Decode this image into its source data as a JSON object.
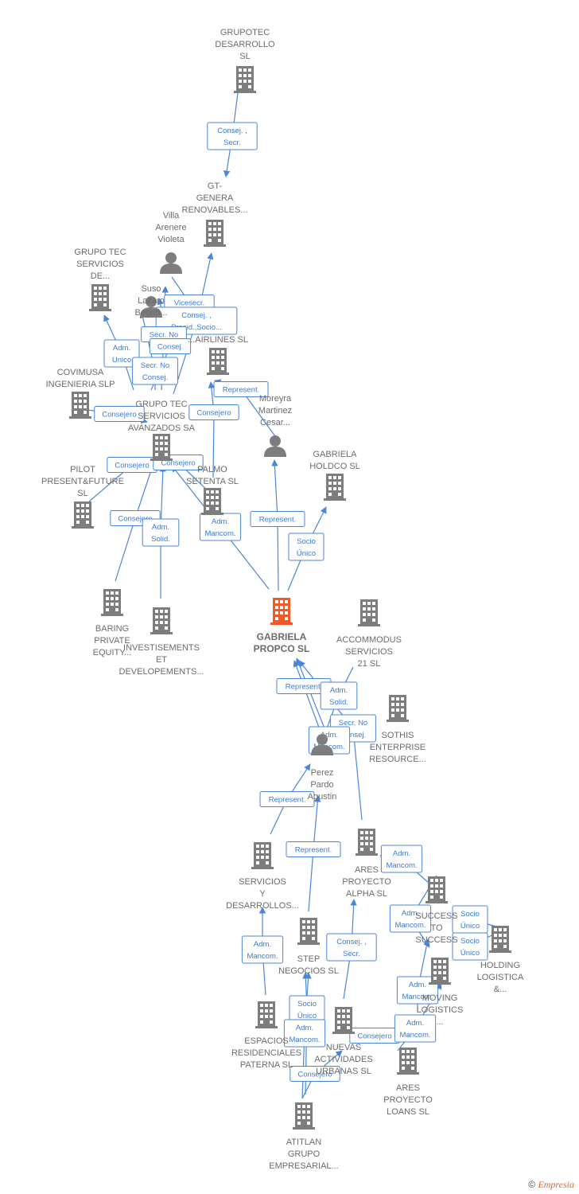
{
  "colors": {
    "edge": "#4a86d8",
    "node": "#7d7d7d",
    "main_node": "#f05a28",
    "label": "#6b6b6b"
  },
  "nodes": [
    {
      "id": "grupotec",
      "type": "company",
      "lines": [
        "GRUPOTEC",
        "DESARROLLO",
        "SL"
      ]
    },
    {
      "id": "gt_genera",
      "type": "company",
      "lines": [
        "GT-",
        "GENERA",
        "RENOVABLES..."
      ]
    },
    {
      "id": "villa",
      "type": "person",
      "lines": [
        "Villa",
        "Arenere",
        "Violeta"
      ]
    },
    {
      "id": "grupo_tec_servicios_de",
      "type": "company",
      "lines": [
        "GRUPO TEC",
        "SERVICIOS",
        "DE..."
      ]
    },
    {
      "id": "suso",
      "type": "person",
      "lines": [
        "Suso",
        "Lazaro",
        "Begoñ..."
      ]
    },
    {
      "id": "airlines",
      "type": "company",
      "lines": [
        "...AIRLINES SL"
      ]
    },
    {
      "id": "covimusa",
      "type": "company",
      "lines": [
        "COVIMUSA",
        "INGENIERIA SLP"
      ]
    },
    {
      "id": "grupo_tec_servicios_avanzados",
      "type": "company",
      "lines": [
        "GRUPO TEC",
        "SERVICIOS",
        "AVANZADOS SA"
      ]
    },
    {
      "id": "moreyra",
      "type": "person",
      "lines": [
        "Moreyra",
        "Martinez",
        "Cesar..."
      ]
    },
    {
      "id": "gabriela_holdco",
      "type": "company",
      "lines": [
        "GABRIELA",
        "HOLDCO SL"
      ]
    },
    {
      "id": "pilot",
      "type": "company",
      "lines": [
        "PILOT",
        "PRESENT&FUTURE",
        "SL"
      ]
    },
    {
      "id": "palmo",
      "type": "company",
      "lines": [
        "PALMO",
        "SETENTA SL"
      ]
    },
    {
      "id": "baring",
      "type": "company",
      "lines": [
        "BARING",
        "PRIVATE",
        "EQUITY..."
      ]
    },
    {
      "id": "investisements",
      "type": "company",
      "lines": [
        "INVESTISEMENTS",
        "ET",
        "DEVELOPEMENTS..."
      ]
    },
    {
      "id": "gabriela_propco",
      "type": "main",
      "lines": [
        "GABRIELA",
        "PROPCO SL"
      ]
    },
    {
      "id": "accommodus",
      "type": "company",
      "lines": [
        "ACCOMMODUS",
        "SERVICIOS",
        "21 SL"
      ]
    },
    {
      "id": "sothis",
      "type": "company",
      "lines": [
        "SOTHIS",
        "ENTERPRISE",
        "RESOURCE..."
      ]
    },
    {
      "id": "perez",
      "type": "person",
      "lines": [
        "Perez",
        "Pardo",
        "Agustin"
      ]
    },
    {
      "id": "servicios_y_desarrollos",
      "type": "company",
      "lines": [
        "SERVICIOS",
        "Y",
        "DESARROLLOS..."
      ]
    },
    {
      "id": "ares_alpha",
      "type": "company",
      "lines": [
        "ARES",
        "PROYECTO",
        "ALPHA SL"
      ]
    },
    {
      "id": "success",
      "type": "company",
      "lines": [
        "SUCCESS",
        "TO",
        "SUCCESS"
      ]
    },
    {
      "id": "step",
      "type": "company",
      "lines": [
        "STEP",
        "NEGOCIOS SL"
      ]
    },
    {
      "id": "holding_logistica",
      "type": "company",
      "lines": [
        "HOLDING",
        "LOGISTICA",
        "&..."
      ]
    },
    {
      "id": "moving_logistics",
      "type": "company",
      "lines": [
        "MOVING",
        "LOGISTICS",
        "..."
      ]
    },
    {
      "id": "espacios",
      "type": "company",
      "lines": [
        "ESPACIOS",
        "RESIDENCIALES",
        "PATERNA SL"
      ]
    },
    {
      "id": "nuevas",
      "type": "company",
      "lines": [
        "NUEVAS",
        "ACTIVIDADES",
        "URBANAS SL"
      ]
    },
    {
      "id": "ares_loans",
      "type": "company",
      "lines": [
        "ARES",
        "PROYECTO",
        "LOANS SL"
      ]
    },
    {
      "id": "atitlan",
      "type": "company",
      "lines": [
        "ATITLAN",
        "GRUPO",
        "EMPRESARIAL..."
      ]
    }
  ],
  "edge_labels": [
    {
      "id": "e1",
      "lines": [
        "Consej. ,",
        "Secr."
      ]
    },
    {
      "id": "e2",
      "lines": [
        "Vicesecr."
      ]
    },
    {
      "id": "e3",
      "lines": [
        "Consej. ,",
        "Presid.,Socio..."
      ]
    },
    {
      "id": "e4",
      "lines": [
        "Secr. No"
      ]
    },
    {
      "id": "e5",
      "lines": [
        "Consej."
      ]
    },
    {
      "id": "e6",
      "lines": [
        "Adm.",
        "Unico"
      ]
    },
    {
      "id": "e7",
      "lines": [
        "Secr. No",
        "Consej."
      ]
    },
    {
      "id": "e8",
      "lines": [
        "Consejero"
      ]
    },
    {
      "id": "e9",
      "lines": [
        "Represent."
      ]
    },
    {
      "id": "e10",
      "lines": [
        "Consejero"
      ]
    },
    {
      "id": "e11",
      "lines": [
        "Consejero"
      ]
    },
    {
      "id": "e12",
      "lines": [
        "Consejero"
      ]
    },
    {
      "id": "e13",
      "lines": [
        "Consejero"
      ]
    },
    {
      "id": "e14",
      "lines": [
        "Adm.",
        "Solid."
      ]
    },
    {
      "id": "e15",
      "lines": [
        "Adm.",
        "Mancom."
      ]
    },
    {
      "id": "e16",
      "lines": [
        "Represent."
      ]
    },
    {
      "id": "e17",
      "lines": [
        "Socio",
        "Único"
      ]
    },
    {
      "id": "e18",
      "lines": [
        "Represent."
      ]
    },
    {
      "id": "e19",
      "lines": [
        "Adm.",
        "Solid."
      ]
    },
    {
      "id": "e20",
      "lines": [
        "Secr. No",
        "Consej."
      ]
    },
    {
      "id": "e21",
      "lines": [
        "Adm.",
        "Mancom."
      ]
    },
    {
      "id": "e22",
      "lines": [
        "Represent."
      ]
    },
    {
      "id": "e23",
      "lines": [
        "Represent."
      ]
    },
    {
      "id": "e24",
      "lines": [
        "Adm.",
        "Mancom."
      ]
    },
    {
      "id": "e25",
      "lines": [
        "Adm.",
        "Mancom."
      ]
    },
    {
      "id": "e26",
      "lines": [
        "Socio",
        "Único"
      ]
    },
    {
      "id": "e27",
      "lines": [
        "Socio",
        "Único"
      ]
    },
    {
      "id": "e28",
      "lines": [
        "Adm.",
        "Mancom."
      ]
    },
    {
      "id": "e29",
      "lines": [
        "Consej. ,",
        "Secr."
      ]
    },
    {
      "id": "e30",
      "lines": [
        "Adm.",
        "Mancom."
      ]
    },
    {
      "id": "e31",
      "lines": [
        "Socio",
        "Único"
      ]
    },
    {
      "id": "e32",
      "lines": [
        "Adm.",
        "Mancom."
      ]
    },
    {
      "id": "e33",
      "lines": [
        "Consejero"
      ]
    },
    {
      "id": "e34",
      "lines": [
        "Adm.",
        "Mancom."
      ]
    },
    {
      "id": "e35",
      "lines": [
        "Consejero"
      ]
    }
  ],
  "footer": {
    "copyright_symbol": "©",
    "brand": "Empresia"
  }
}
